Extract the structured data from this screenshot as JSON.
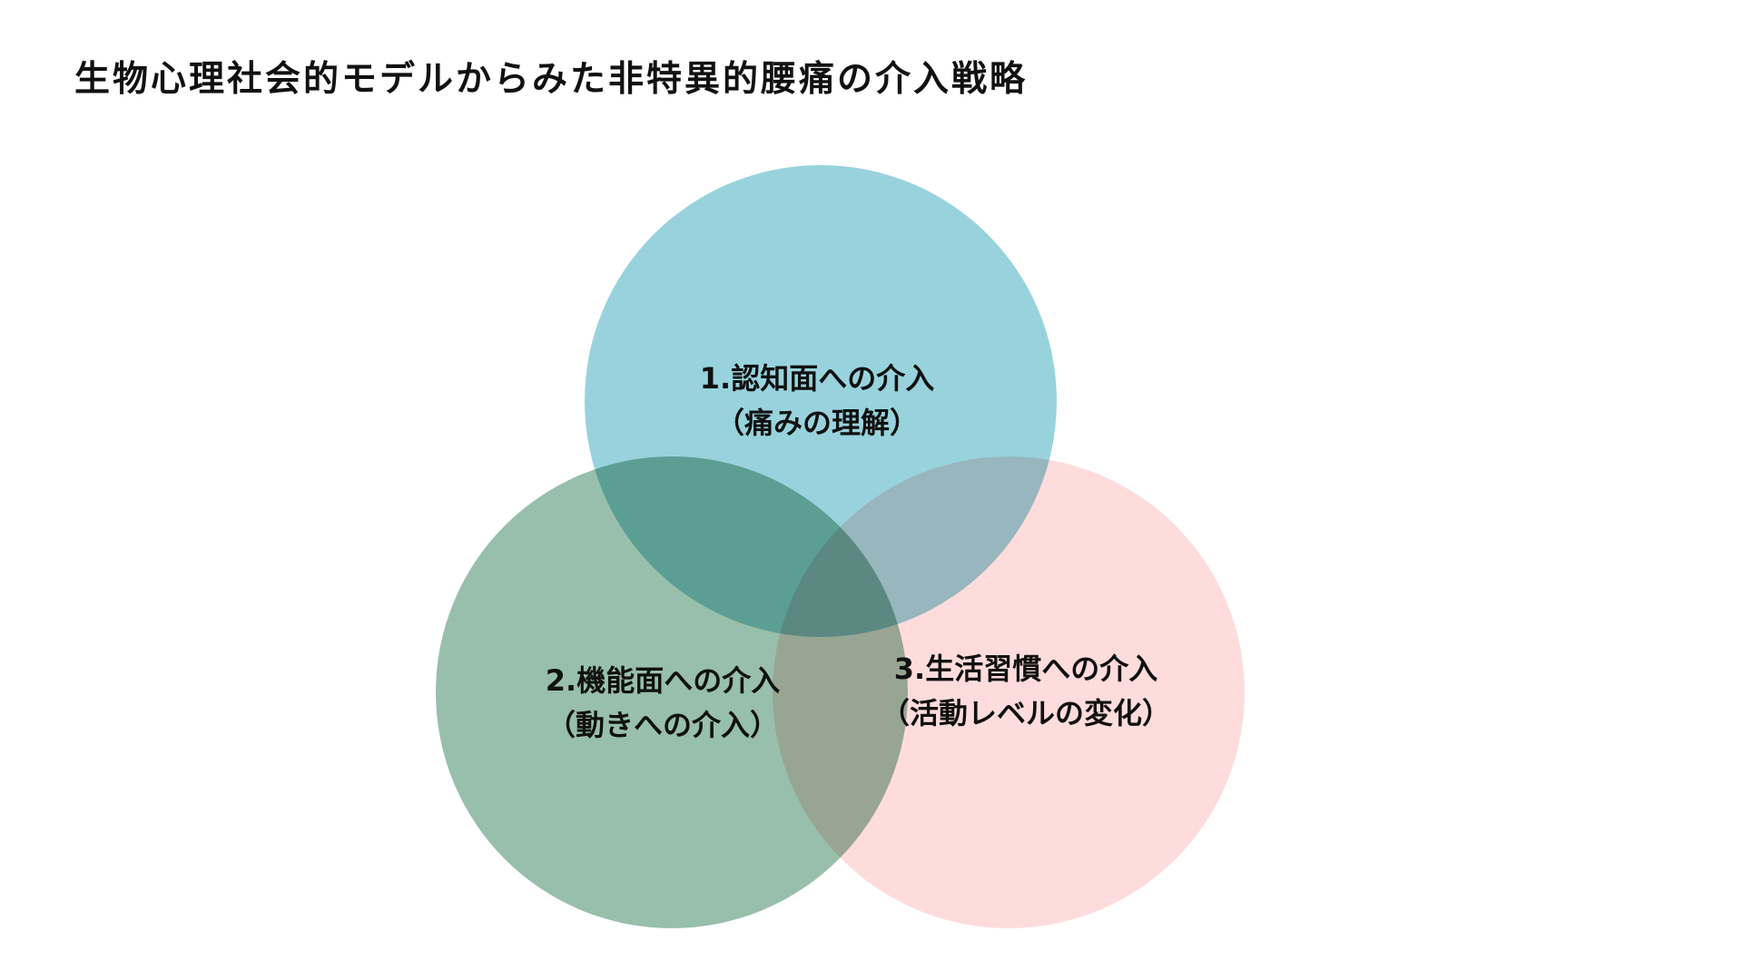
{
  "title": "生物心理社会的モデルからみた非特異的腰痛の介入戦略",
  "diagram": {
    "type": "venn",
    "sets": [
      {
        "label": "1.認知面への介入",
        "sublabel": "（痛みの理解）",
        "color": "#98d3dd"
      },
      {
        "label": "2.機能面への介入",
        "sublabel": "（動きへの介入）",
        "color": "#98bfab"
      },
      {
        "label": "3.生活習慣への介入",
        "sublabel": "（活動レベルの変化）",
        "color": "#ffdcdc"
      }
    ]
  }
}
